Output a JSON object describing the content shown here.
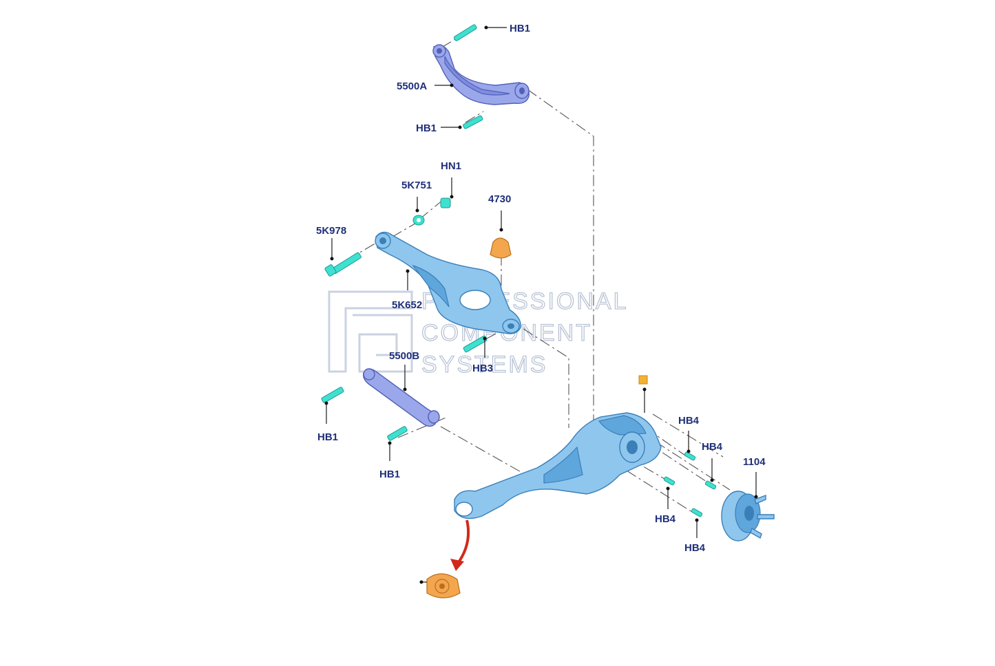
{
  "diagram": {
    "watermark_lines": [
      "PROFESSIONAL",
      "COMPONENT",
      "SYSTEMS"
    ],
    "labels": {
      "hb1_top": "HB1",
      "p5500a": "5500A",
      "hb1_upper_arm_lower": "HB1",
      "hn1": "HN1",
      "p5k751": "5K751",
      "p4730": "4730",
      "p5k978": "5K978",
      "p5k652": "5K652",
      "p5500b": "5500B",
      "hb3": "HB3",
      "hb1_left": "HB1",
      "hb1_lower": "HB1",
      "hb4_a": "HB4",
      "hb4_b": "HB4",
      "p1104": "1104",
      "hb4_c": "HB4",
      "hb4_d": "HB4"
    },
    "colors": {
      "label_text": "#1f2f7a",
      "part_blue": "#8ec6ee",
      "upper_arm_violet": "#9aa7ea",
      "bolt_cyan": "#3fe0cf",
      "bushing_orange": "#f3a64e",
      "arrow_red": "#d12a1a",
      "watermark": "#b9c4d6"
    }
  }
}
